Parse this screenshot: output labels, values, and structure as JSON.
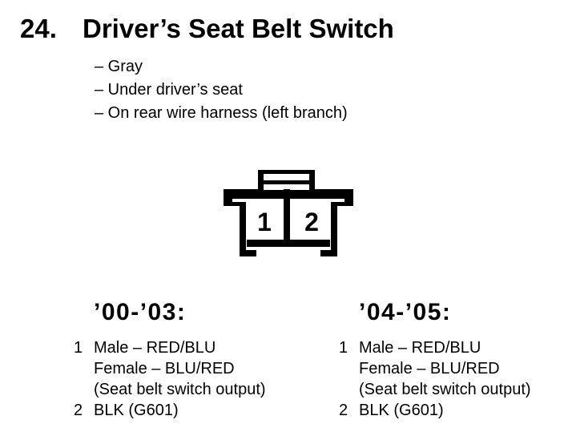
{
  "section": {
    "number": "24.",
    "title": "Driver’s Seat Belt Switch",
    "bullets": [
      "– Gray",
      "– Under driver’s seat",
      "– On rear wire harness (left branch)"
    ]
  },
  "connector": {
    "pin_labels": [
      "1",
      "2"
    ]
  },
  "columns": [
    {
      "header": "’00-’03:",
      "entries": [
        {
          "pin": "1",
          "lines": [
            "Male – RED/BLU",
            "Female – BLU/RED",
            "(Seat belt switch output)"
          ]
        },
        {
          "pin": "2",
          "lines": [
            "BLK (G601)"
          ]
        }
      ]
    },
    {
      "header": "’04-’05:",
      "entries": [
        {
          "pin": "1",
          "lines": [
            "Male – RED/BLU",
            "Female – BLU/RED",
            "(Seat belt switch output)"
          ]
        },
        {
          "pin": "2",
          "lines": [
            "BLK (G601)"
          ]
        }
      ]
    }
  ],
  "colors": {
    "ink": "#000000",
    "paper": "#ffffff"
  }
}
